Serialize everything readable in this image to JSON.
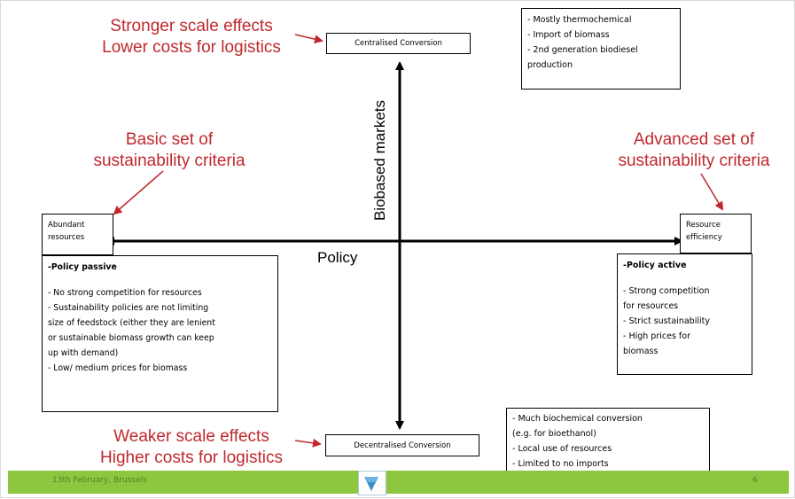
{
  "top_annotation": [
    "Stronger scale effects",
    "Lower costs for logistics"
  ],
  "left_annotation": [
    "Basic set of",
    "sustainability criteria"
  ],
  "right_annotation": [
    "Advanced set of",
    "sustainability criteria"
  ],
  "bottom_annotation": [
    "Weaker scale effects",
    "Higher costs for logistics"
  ],
  "quadrant_labels": {
    "top": "Centralised Conversion",
    "bottom": "Decentralised Conversion",
    "left": [
      "Abundant",
      "resources"
    ],
    "right": [
      "Resource",
      "efficiency"
    ]
  },
  "axis_labels": {
    "vertical": "Biobased markets",
    "horizontal": "Policy"
  },
  "top_right_box": [
    "- Mostly thermochemical",
    "- Import of biomass",
    "- 2nd generation biodiesel",
    "production"
  ],
  "left_box": [
    "-Policy passive",
    "- No strong competition for resources",
    "- Sustainability policies are not limiting",
    "size of feedstock (either they are lenient",
    "or sustainable biomass growth can keep",
    "up with demand)",
    "- Low/ medium prices for biomass"
  ],
  "right_box": [
    "-Policy active",
    "- Strong competition",
    "for resources",
    "- Strict sustainability",
    "- High prices for",
    "biomass"
  ],
  "bottom_right_box": [
    "- Much biochemical conversion",
    "(e.g. for bioethanol)",
    "- Local use of resources",
    "- Limited to no imports"
  ],
  "footer": {
    "date": "13th February, Brussels",
    "page": "6"
  },
  "colors": {
    "annotation": "#c0282d",
    "footer_bar": "#8dc63f"
  }
}
